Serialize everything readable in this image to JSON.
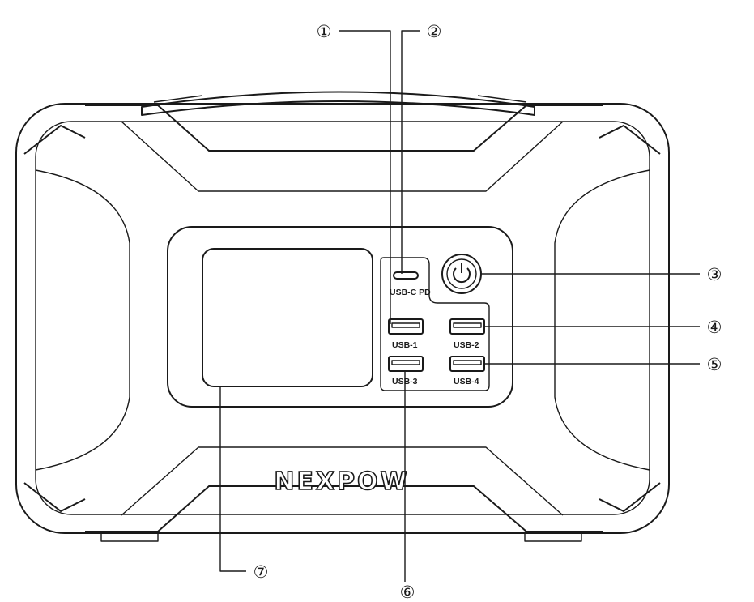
{
  "brand": "NEXPOW",
  "ports": {
    "usbc_label": "USB-C PD",
    "usb1_label": "USB-1",
    "usb2_label": "USB-2",
    "usb3_label": "USB-3",
    "usb4_label": "USB-4"
  },
  "icons": {
    "power": "power-icon"
  },
  "callouts": [
    "①",
    "②",
    "③",
    "④",
    "⑤",
    "⑥",
    "⑦"
  ]
}
